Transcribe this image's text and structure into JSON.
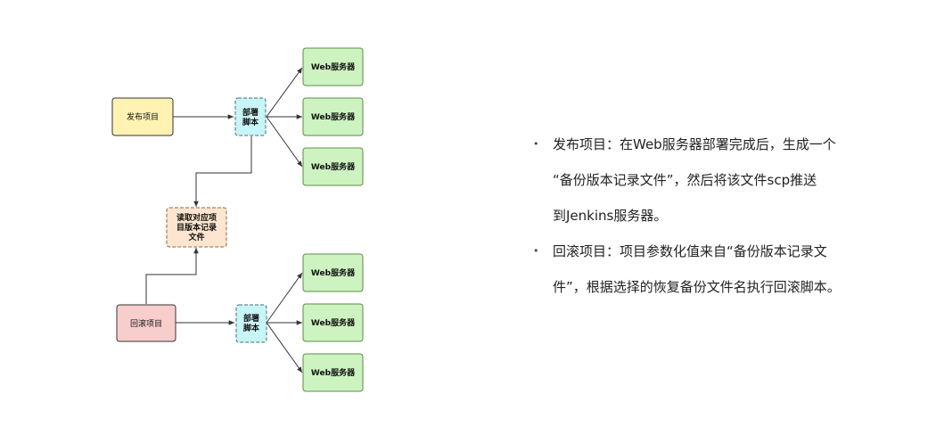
{
  "diagram": {
    "publish_label": "发布项目",
    "rollback_label": "回滚项目",
    "deploy_script_top": [
      "部署",
      "脚本"
    ],
    "deploy_script_bottom": [
      "部署",
      "脚本"
    ],
    "read_record_label": [
      "读取对应项",
      "目版本记录",
      "文件"
    ],
    "web_servers_top": [
      "Web服务器",
      "Web服务器",
      "Web服务器"
    ],
    "web_servers_bottom": [
      "Web服务器",
      "Web服务器",
      "Web服务器"
    ],
    "colors": {
      "publish_fill": "#fff2b3",
      "rollback_fill": "#f8cecc",
      "script_fill": "#c8f5f7",
      "record_fill": "#fde5cf",
      "server_fill": "#cdf3c0",
      "server_stroke": "#5a8c49",
      "edge": "#333333"
    }
  },
  "notes": {
    "bullet_1": {
      "line_1": "发布项目：在Web服务器部署完成后，生成一个",
      "line_2": "“备份版本记录文件”，然后将该文件scp推送",
      "line_3": "到Jenkins服务器。"
    },
    "bullet_2": {
      "line_1": "回滚项目：项目参数化值来自“备份版本记录文",
      "line_2": "件”，根据选择的恢复备份文件名执行回滚脚本。"
    }
  }
}
